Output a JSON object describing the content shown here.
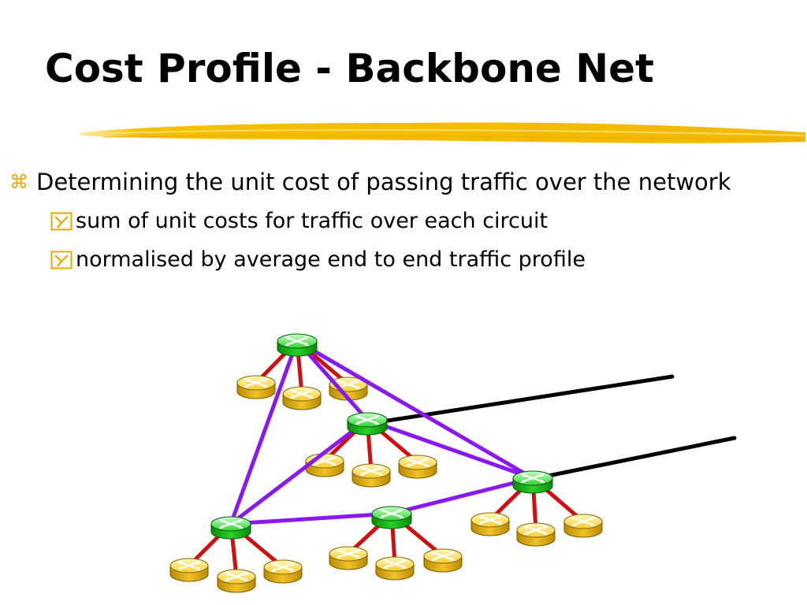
{
  "slide": {
    "title": "Cost Profile - Backbone Net",
    "accent_color": "#f5c000",
    "bullets": [
      {
        "level": 1,
        "text": "Determining the unit cost of passing traffic over the network"
      },
      {
        "level": 2,
        "text": "sum of unit costs for traffic over each circuit"
      },
      {
        "level": 2,
        "text": "normalised by average end to end traffic profile"
      }
    ]
  },
  "diagram": {
    "icons": {
      "backbone_router": "green-router-icon",
      "access_router": "yellow-router-icon"
    },
    "colors": {
      "backbone_link": "#8a18f0",
      "access_link": "#d01010",
      "external_link": "#000000",
      "backbone_router": "#19b819",
      "access_router": "#f0c020"
    }
  }
}
